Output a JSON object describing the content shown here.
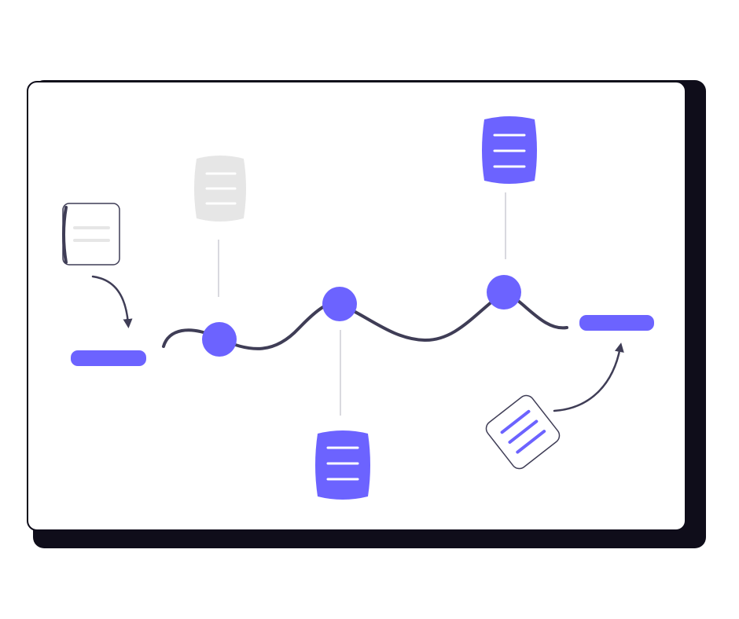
{
  "colors": {
    "background": "#ffffff",
    "card": "#ffffff",
    "card_shadow": "#0f0d1a",
    "card_border": "#0f0d1a",
    "accent": "#6c63ff",
    "path_line": "#3f3d56",
    "connector": "#d9d9df",
    "muted_doc": "#e6e6e6",
    "muted_doc_lines": "#ffffff",
    "doc_lines": "#ffffff",
    "outline": "#3f3d56",
    "note_lines_muted": "#e6e6e6"
  },
  "diagram": {
    "type": "timeline-workflow",
    "milestones": [
      {
        "id": "m1",
        "doc_style": "muted",
        "doc_position": "above"
      },
      {
        "id": "m2",
        "doc_style": "accent",
        "doc_position": "below"
      },
      {
        "id": "m3",
        "doc_style": "accent",
        "doc_position": "above"
      }
    ],
    "start": {
      "marker": "bar",
      "input": "outlined-note"
    },
    "end": {
      "marker": "bar",
      "input": "tilted-outlined-note"
    }
  }
}
